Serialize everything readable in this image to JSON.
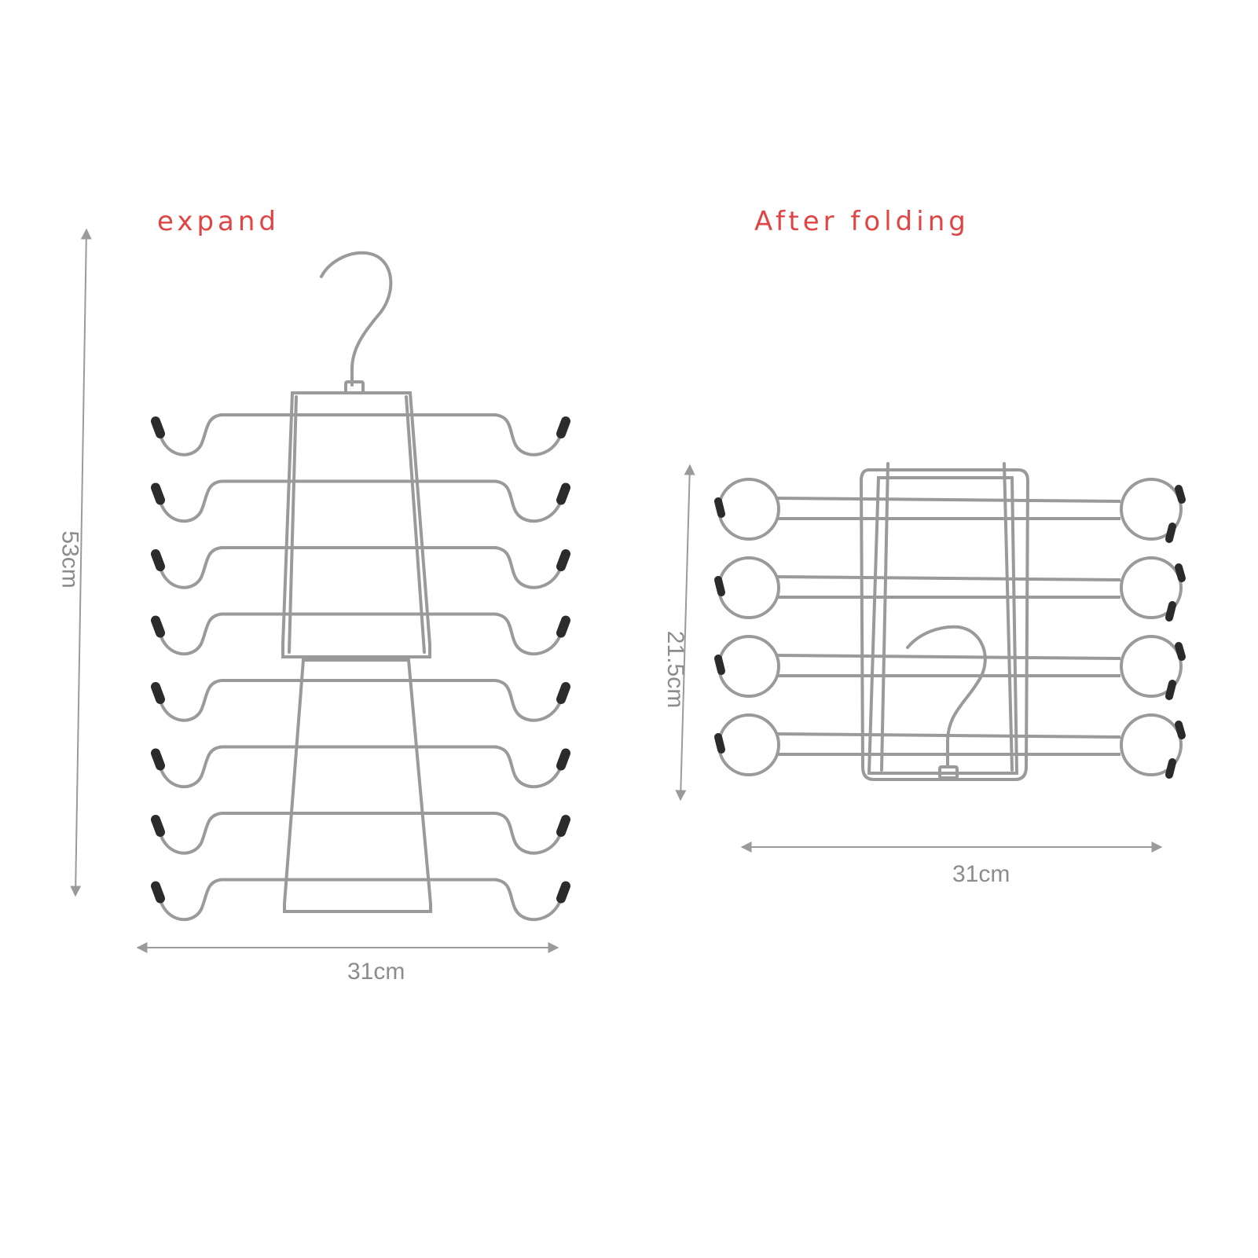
{
  "labels": {
    "expanded_title": "expand",
    "folded_title": "After folding"
  },
  "dimensions": {
    "expanded_height": "53cm",
    "expanded_width": "31cm",
    "folded_height": "21.5cm",
    "folded_width": "31cm"
  },
  "colors": {
    "title": "#e04545",
    "dimension": "#8c8c8c",
    "wire": "#9a9a9a",
    "tip": "#2b2b2b"
  },
  "expanded_hanger": {
    "arm_count": 8
  },
  "folded_hanger": {
    "arm_count": 4
  }
}
